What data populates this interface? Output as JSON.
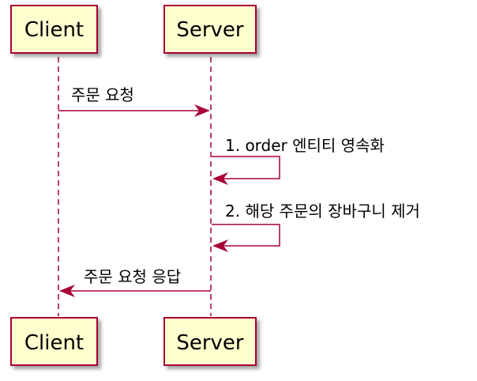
{
  "participants": {
    "client": {
      "name": "Client"
    },
    "server": {
      "name": "Server"
    }
  },
  "messages": [
    {
      "from": "Client",
      "to": "Server",
      "label": "주문 요청"
    },
    {
      "from": "Server",
      "to": "Server",
      "label": "1. order 엔티티 영속화"
    },
    {
      "from": "Server",
      "to": "Server",
      "label": "2. 해당 주문의 장바구니 제거"
    },
    {
      "from": "Server",
      "to": "Client",
      "label": "주문 요청 응답"
    }
  ],
  "colors": {
    "participant_fill": "#FEFECE",
    "participant_border": "#A80036",
    "arrow": "#A80036",
    "lifeline": "#A80036"
  }
}
